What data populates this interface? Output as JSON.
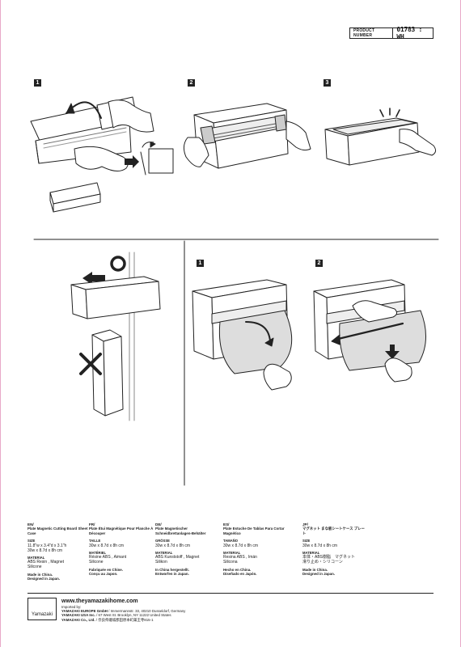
{
  "product": {
    "label": "PRODUCT NUMBER",
    "code": "01783 : WH"
  },
  "steps": {
    "s1": "1",
    "s2": "2",
    "s3": "3",
    "b1": "1",
    "b2": "2"
  },
  "languages": [
    {
      "code": "EN/",
      "name": "Plate Magnetic Cutting Board Sheet Case",
      "size_label": "SIZE",
      "size": "11.8\"w x 3.4\"d x 3.1\"h",
      "size2": "30w x 8.7d x 8h cm",
      "material_label": "MATERIAL",
      "material": "ABS Resin , Magnet",
      "material2": "Silicone",
      "made": "Made in China.",
      "designed": "Designed in Japan."
    },
    {
      "code": "FR/",
      "name": "Plate Étui Magnétique Pour Planche À Découper",
      "size_label": "TAILLE",
      "size": "30w x 8.7d x 8h cm",
      "size2": "",
      "material_label": "MATÉRIEL",
      "material": "Résine ABS , Aimant",
      "material2": "Silicone",
      "made": "Fabriquée en Chine.",
      "designed": "Conçu au Japon."
    },
    {
      "code": "DE/",
      "name": "Plate Magnetischer Schneidbrettanlagen-Behälter",
      "size_label": "GRÖSSE",
      "size": "30w x 8.7d x 8h cm",
      "size2": "",
      "material_label": "MATERIAL",
      "material": "ABS Kunststoff , Magnet",
      "material2": "Silikon",
      "made": "In China hergestellt.",
      "designed": "Entworfen in Japan."
    },
    {
      "code": "ES/",
      "name": "Plate Estuche De Tablas Para Cortar Magnético",
      "size_label": "TAMAÑO",
      "size": "30w x 8.7d x 8h cm",
      "size2": "",
      "material_label": "MATERIAL",
      "material": "Resina ABS , Imán",
      "material2": "Silicona",
      "made": "Hecho en China.",
      "designed": "Diseñado en Japón."
    },
    {
      "code": "JP/",
      "name": "マグネット まな板シートケース プレート",
      "size_label": "SIZE",
      "size": "30w x 8.7d x 8h cm",
      "size2": "",
      "material_label": "MATERIAL",
      "material": "本体・ABS樹脂　マグネット",
      "material2": "滑り止め・シリコーン",
      "made": "Made in China.",
      "designed": "Designed in Japan."
    }
  ],
  "footer": {
    "brand": "Yamazaki",
    "url": "www.theyamazakihome.com",
    "imported": "Imported by:",
    "eu_name": "YAMAZAKI EUROPE GmbH",
    "eu_addr": " / Immermannstr. 33, 40210 Dusseldorf, Germany",
    "us_name": "YAMAZAKI USA Inc.",
    "us_addr": " /  67 West St. Brooklyn, NY 11222 United States",
    "jp_name": "YAMAZAKI Co., Ltd.",
    "jp_addr": " /  奈良県磯城郡田原本町薬王寺815-1"
  }
}
